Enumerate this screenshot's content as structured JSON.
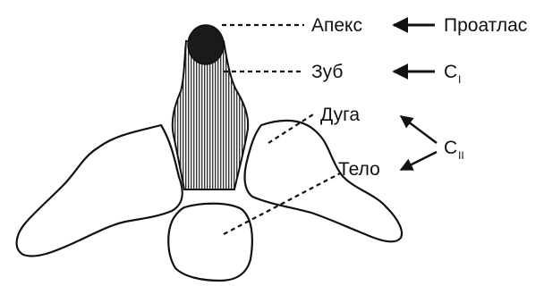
{
  "labels": {
    "apex": "Апекс",
    "proatlas": "Проатлас",
    "tooth": "Зуб",
    "c1_main": "C",
    "c1_sub": "I",
    "arch": "Дуга",
    "c2_main": "C",
    "c2_sub": "II",
    "body": "Тело"
  },
  "colors": {
    "ink": "#111111",
    "apex_fill": "#1a1a1a",
    "hatch": "#2a2a2a"
  }
}
